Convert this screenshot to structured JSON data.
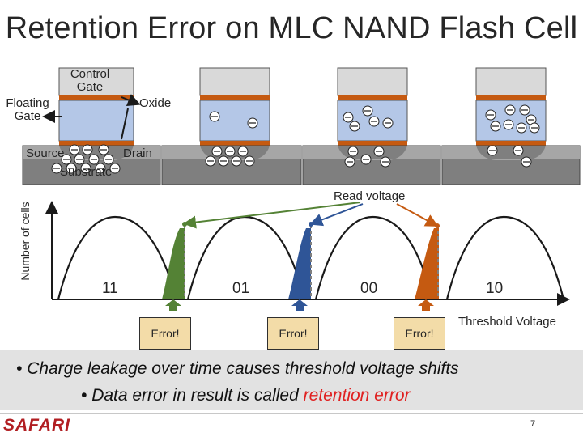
{
  "title": "Retention Error on MLC NAND Flash Cell",
  "cell_labels": {
    "control_gate": "Control Gate",
    "floating_gate": "Floating Gate",
    "oxide": "Oxide",
    "source": "Source",
    "drain": "Drain",
    "substrate": "Substrate"
  },
  "distribution": {
    "y_axis_label": "Number of cells",
    "x_axis_label": "Threshold Voltage",
    "read_voltage_label": "Read voltage",
    "states": [
      "11",
      "01",
      "00",
      "10"
    ],
    "error_label": "Error!"
  },
  "colors": {
    "green": "#548235",
    "blue": "#2f5597",
    "orange": "#c55a11",
    "oxide": "#c55a11",
    "floating_gate": "#b4c7e7",
    "control_gate": "#d9d9d9",
    "red_accent": "#e02020"
  },
  "bullets": {
    "line1": "Charge leakage over time causes threshold voltage shifts",
    "line2_prefix": "Data error in result is called ",
    "line2_highlight": "retention error"
  },
  "footer": {
    "logo": "SAFARI",
    "page": "7"
  }
}
